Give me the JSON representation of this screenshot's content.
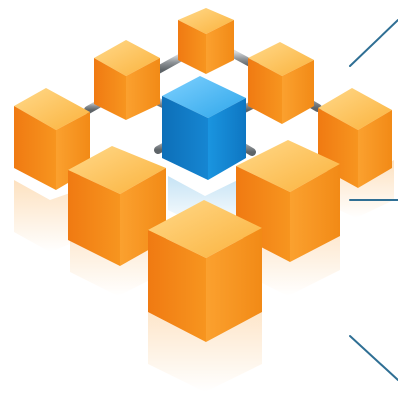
{
  "image": {
    "subject": "network-cube-grid-illustration",
    "hub_cube": {
      "color": "#1a8fd6",
      "role": "center-hub"
    },
    "node_cubes": {
      "color": "#f7941d",
      "count": 8
    },
    "connectors": {
      "color": "#9a9ea3",
      "count": 12
    },
    "accent_lines": {
      "color": "#2f6f94",
      "count": 3
    },
    "background": "#ffffff"
  }
}
